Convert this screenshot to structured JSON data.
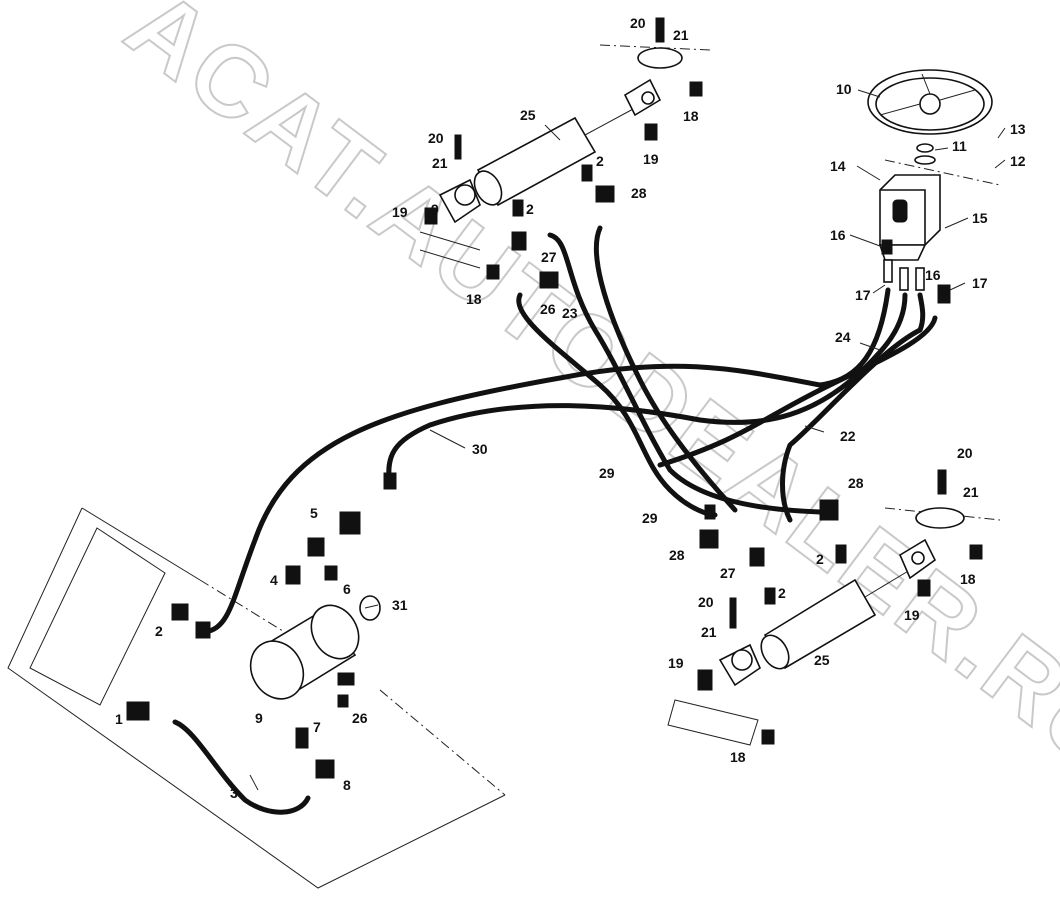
{
  "watermark": "ACAT.AUTODEALER.RU",
  "callouts": [
    {
      "id": "c1",
      "text": "1"
    },
    {
      "id": "c2a",
      "text": "2"
    },
    {
      "id": "c2b",
      "text": "2"
    },
    {
      "id": "c2c",
      "text": "2"
    },
    {
      "id": "c2d",
      "text": "2"
    },
    {
      "id": "c2e",
      "text": "2"
    },
    {
      "id": "c3",
      "text": "3"
    },
    {
      "id": "c4",
      "text": "4"
    },
    {
      "id": "c5",
      "text": "5"
    },
    {
      "id": "c6",
      "text": "6"
    },
    {
      "id": "c7",
      "text": "7"
    },
    {
      "id": "c8",
      "text": "8"
    },
    {
      "id": "c9",
      "text": "9"
    },
    {
      "id": "c9b",
      "text": "9"
    },
    {
      "id": "c10",
      "text": "10"
    },
    {
      "id": "c11",
      "text": "11"
    },
    {
      "id": "c12",
      "text": "12"
    },
    {
      "id": "c13",
      "text": "13"
    },
    {
      "id": "c14",
      "text": "14"
    },
    {
      "id": "c15",
      "text": "15"
    },
    {
      "id": "c16a",
      "text": "16"
    },
    {
      "id": "c16b",
      "text": "16"
    },
    {
      "id": "c17a",
      "text": "17"
    },
    {
      "id": "c17b",
      "text": "17"
    },
    {
      "id": "c18a",
      "text": "18"
    },
    {
      "id": "c18b",
      "text": "18"
    },
    {
      "id": "c18c",
      "text": "18"
    },
    {
      "id": "c18d",
      "text": "18"
    },
    {
      "id": "c19a",
      "text": "19"
    },
    {
      "id": "c19b",
      "text": "19"
    },
    {
      "id": "c19c",
      "text": "19"
    },
    {
      "id": "c19d",
      "text": "19"
    },
    {
      "id": "c20a",
      "text": "20"
    },
    {
      "id": "c20b",
      "text": "20"
    },
    {
      "id": "c20c",
      "text": "20"
    },
    {
      "id": "c20d",
      "text": "20"
    },
    {
      "id": "c21a",
      "text": "21"
    },
    {
      "id": "c21b",
      "text": "21"
    },
    {
      "id": "c21c",
      "text": "21"
    },
    {
      "id": "c21d",
      "text": "21"
    },
    {
      "id": "c22",
      "text": "22"
    },
    {
      "id": "c23",
      "text": "23"
    },
    {
      "id": "c24",
      "text": "24"
    },
    {
      "id": "c25a",
      "text": "25"
    },
    {
      "id": "c25b",
      "text": "25"
    },
    {
      "id": "c26a",
      "text": "26"
    },
    {
      "id": "c26b",
      "text": "26"
    },
    {
      "id": "c27a",
      "text": "27"
    },
    {
      "id": "c27b",
      "text": "27"
    },
    {
      "id": "c28a",
      "text": "28"
    },
    {
      "id": "c28b",
      "text": "28"
    },
    {
      "id": "c28c",
      "text": "28"
    },
    {
      "id": "c29a",
      "text": "29"
    },
    {
      "id": "c29b",
      "text": "29"
    },
    {
      "id": "c30",
      "text": "30"
    },
    {
      "id": "c31",
      "text": "31"
    }
  ]
}
